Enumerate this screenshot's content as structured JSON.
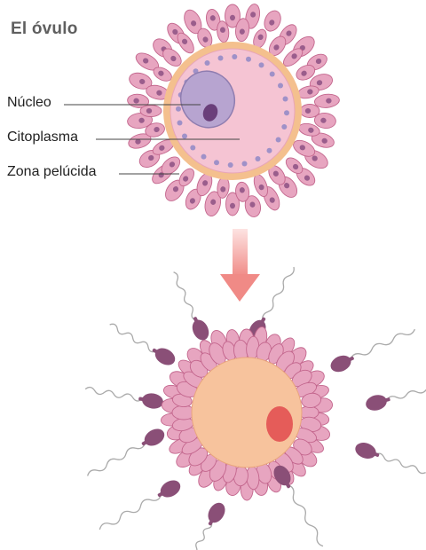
{
  "title": "El óvulo",
  "labels": {
    "nucleus": "Núcleo",
    "cytoplasm": "Citoplasma",
    "zona": "Zona pelúcida"
  },
  "colors": {
    "corona_fill": "#e7a5c0",
    "corona_stroke": "#c3668d",
    "cell_nucleus": "#9a5d8c",
    "zona_ring": "#f4c08e",
    "cytoplasm": "#f5c4d3",
    "egg_nucleus": "#b7a4d0",
    "nucleolus": "#6a3f7a",
    "granules": "#8f88c6",
    "arrow": "#f08a86",
    "fertilized_egg": "#f7c39d",
    "pronucleus": "#e55c59",
    "sperm_head": "#8a4f77",
    "leader_line": "#444444"
  },
  "icons": [
    "down-arrow-icon",
    "sperm-icon"
  ]
}
